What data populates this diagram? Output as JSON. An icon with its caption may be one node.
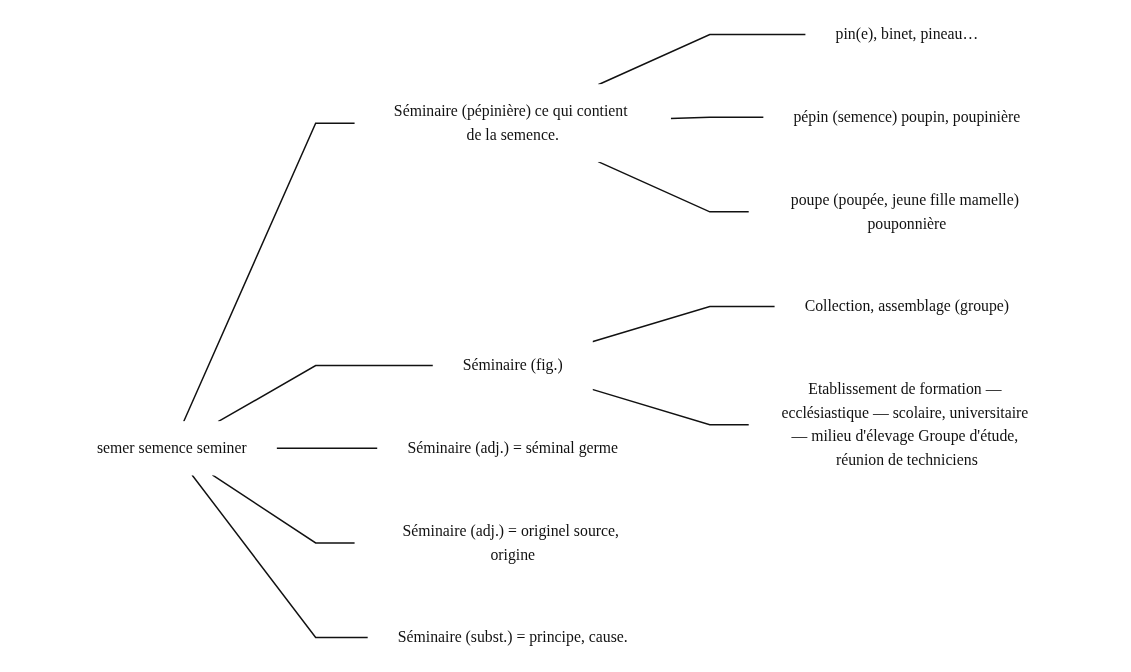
{
  "diagram": {
    "nodes": [
      {
        "text": [
          "semer semence seminer"
        ]
      },
      {
        "text": [
          "Séminaire (pépinière) ce qui contient de la semence."
        ]
      },
      {
        "text": [
          "Séminaire (fig.)"
        ]
      },
      {
        "text": [
          "Séminaire (adj.) = séminal germe"
        ]
      },
      {
        "text": [
          "Séminaire (adj.) = originel source, origine"
        ]
      },
      {
        "text": [
          "Séminaire (subst.) = principe, cause."
        ]
      },
      {
        "text": [
          "pin(e), binet, pineau…"
        ]
      },
      {
        "text": [
          "pépin (semence) poupin, poupinière"
        ]
      },
      {
        "text": [
          "poupe (poupée, jeune fille mamelle) pouponnière"
        ]
      },
      {
        "text": [
          "Collection, assemblage (groupe)"
        ]
      },
      {
        "text": [
          "Etablissement de formation — ecclésiastique — scolaire, universitaire — milieu d'élevage Groupe d'étude, réunion de techniciens"
        ]
      }
    ],
    "edges": [
      {
        "from": 0,
        "to": 1,
        "arrow": "none"
      },
      {
        "from": 0,
        "to": 2,
        "arrow": "none"
      },
      {
        "from": 0,
        "to": 3,
        "arrow": "none"
      },
      {
        "from": 0,
        "to": 4,
        "arrow": "none"
      },
      {
        "from": 0,
        "to": 5,
        "arrow": "none"
      },
      {
        "from": 1,
        "to": 6,
        "arrow": "none"
      },
      {
        "from": 1,
        "to": 7,
        "arrow": "none"
      },
      {
        "from": 1,
        "to": 8,
        "arrow": "none"
      },
      {
        "from": 2,
        "to": 9,
        "arrow": "none"
      },
      {
        "from": 2,
        "to": 10,
        "arrow": "none"
      }
    ]
  }
}
